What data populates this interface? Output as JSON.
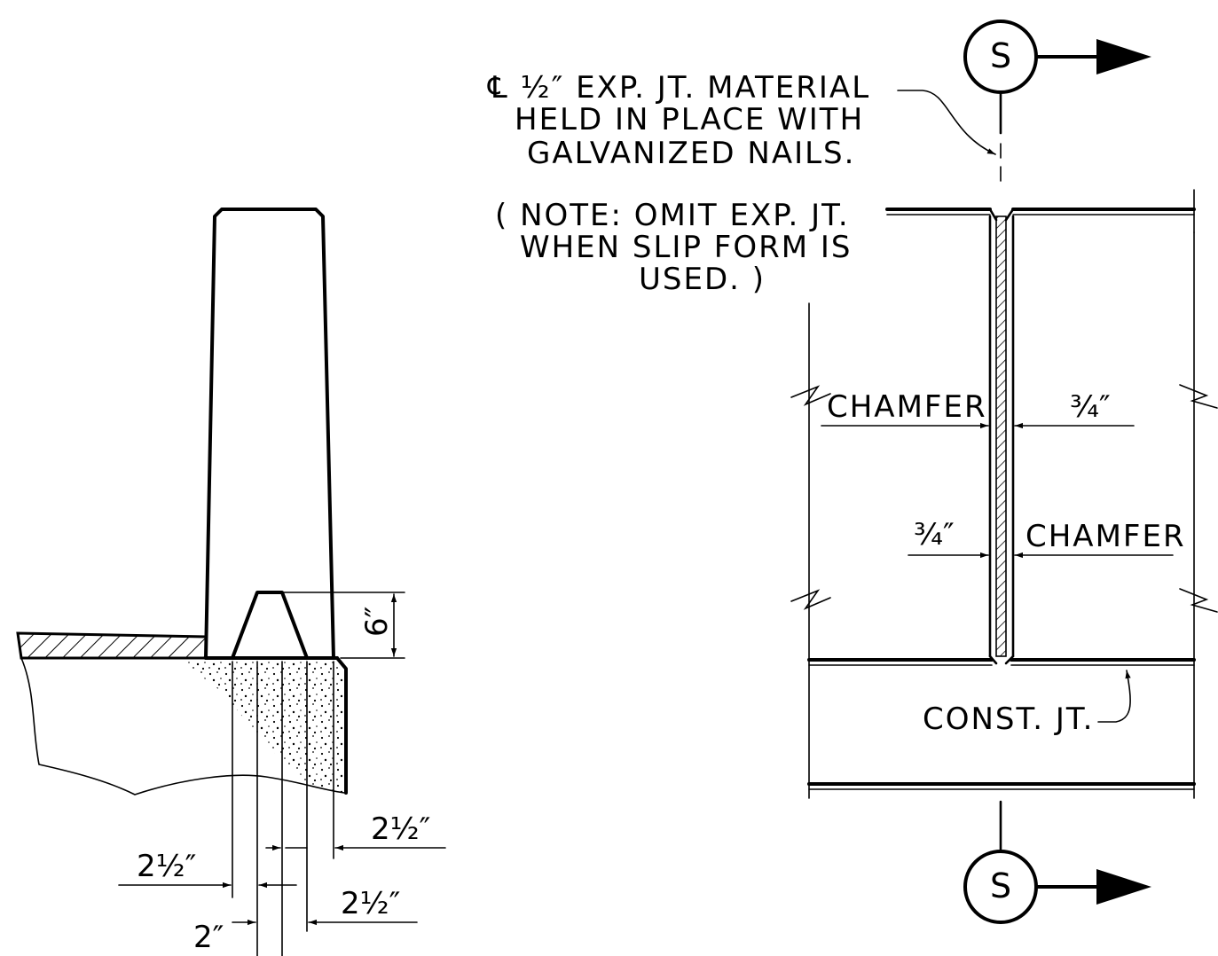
{
  "notes": {
    "material_line1": "℄ ½″ EXP. JT. MATERIAL",
    "material_line2": "HELD IN PLACE WITH",
    "material_line3": "GALVANIZED NAILS.",
    "note_line1": "( NOTE: OMIT EXP. JT.",
    "note_line2": "WHEN SLIP FORM IS",
    "note_line3": "USED. )"
  },
  "labels": {
    "chamfer_upper": "CHAMFER",
    "chamfer_lower": "CHAMFER",
    "const_jt": "CONST. JT.",
    "section_top": "S",
    "section_bottom": "S"
  },
  "dimensions": {
    "height_6": "6″",
    "chamfer_upper": "¾″",
    "chamfer_lower": "¾″",
    "left_2_5": "2½″",
    "right_top_2_5": "2½″",
    "right_mid_2_5": "2½″",
    "bottom_2": "2″"
  }
}
